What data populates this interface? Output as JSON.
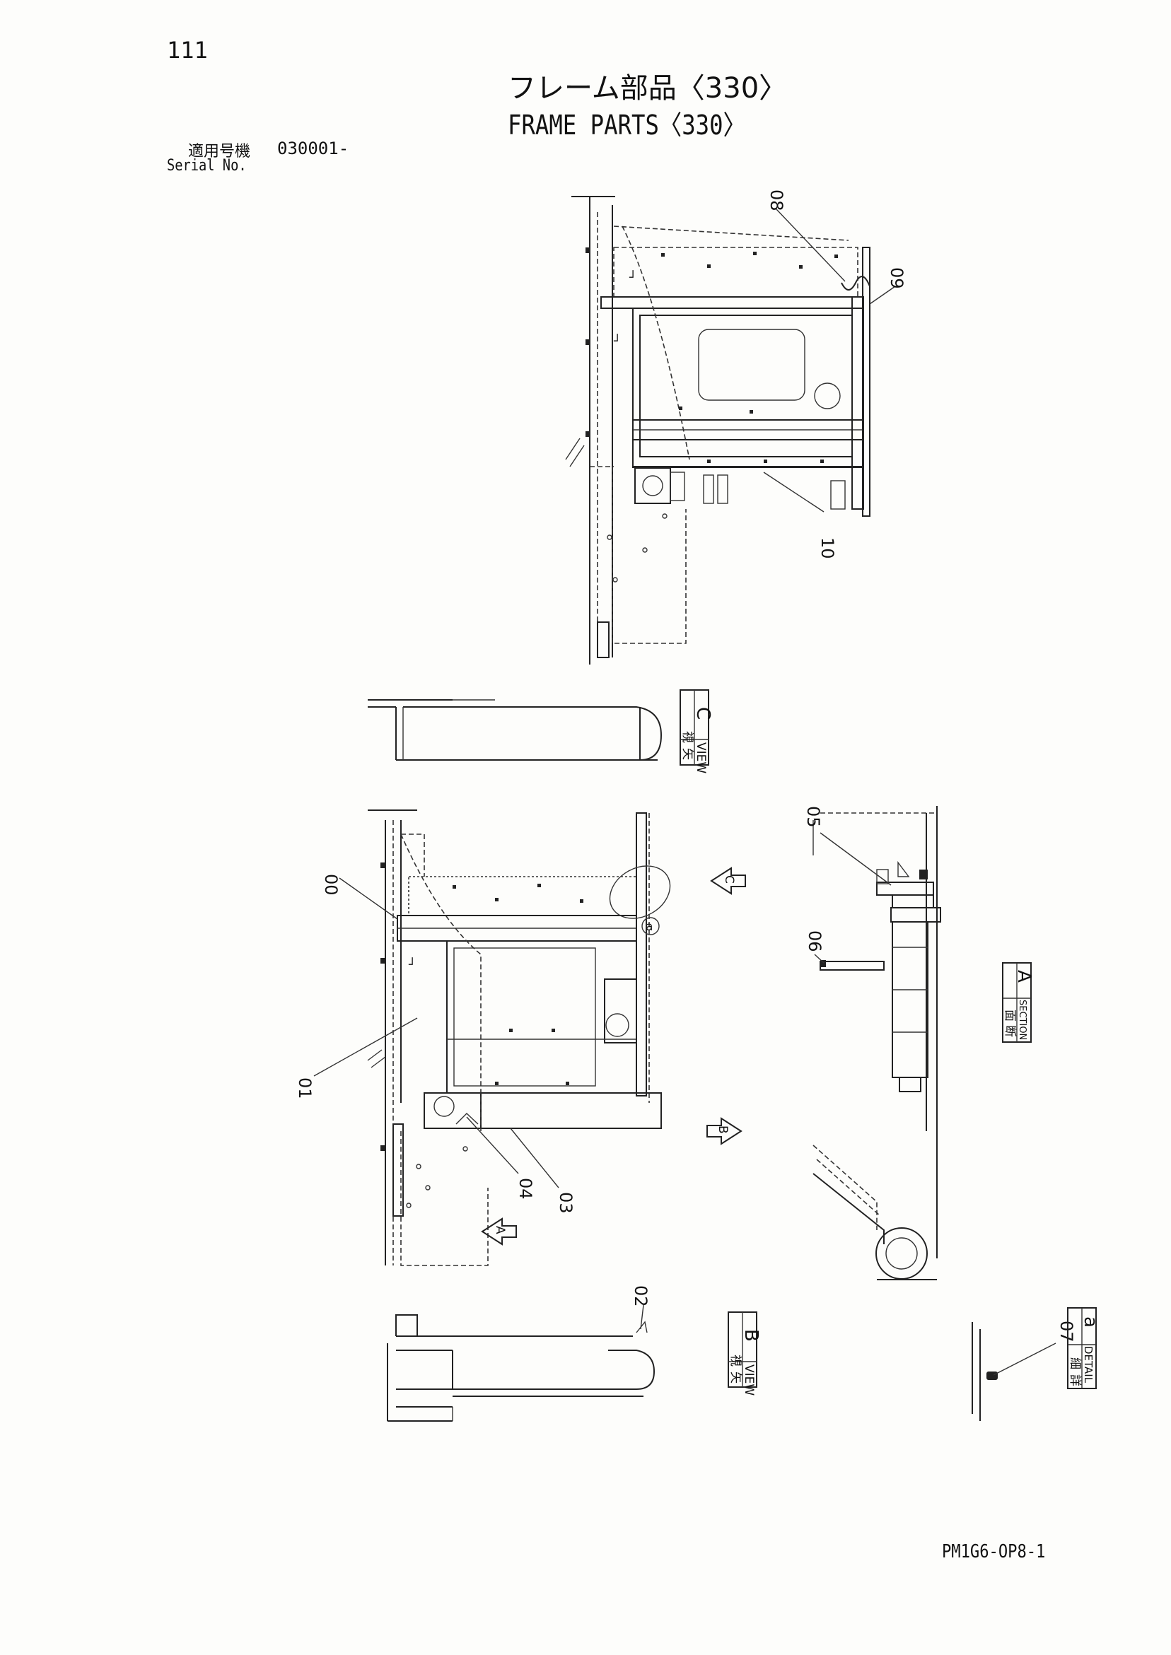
{
  "header": {
    "page_number": "111",
    "title_jp": "フレーム部品〈330〉",
    "title_en": "FRAME PARTS〈330〉",
    "serial_label_jp": "適用号機",
    "serial_value": "030001-",
    "serial_label_en": "Serial No."
  },
  "callouts": [
    "08",
    "09",
    "10",
    "00",
    "01",
    "03",
    "04",
    "05",
    "06",
    "02",
    "07"
  ],
  "views": {
    "view_c": {
      "jp1": "矢",
      "jp2": "視",
      "en": "VIEW",
      "letter": "C"
    },
    "view_b": {
      "jp1": "矢",
      "jp2": "視",
      "en": "VIEW",
      "letter": "B"
    },
    "section_a": {
      "jp1": "断",
      "jp2": "面",
      "en": "SECTION",
      "letter": "A"
    },
    "detail_a": {
      "jp1": "詳",
      "jp2": "細",
      "en": "DETAIL",
      "letter": "a"
    }
  },
  "view_arrows": {
    "a": "A",
    "b": "B",
    "c": "C"
  },
  "detail_marker": "a",
  "footer": {
    "drawing_code": "PM1G6-OP8-1"
  }
}
